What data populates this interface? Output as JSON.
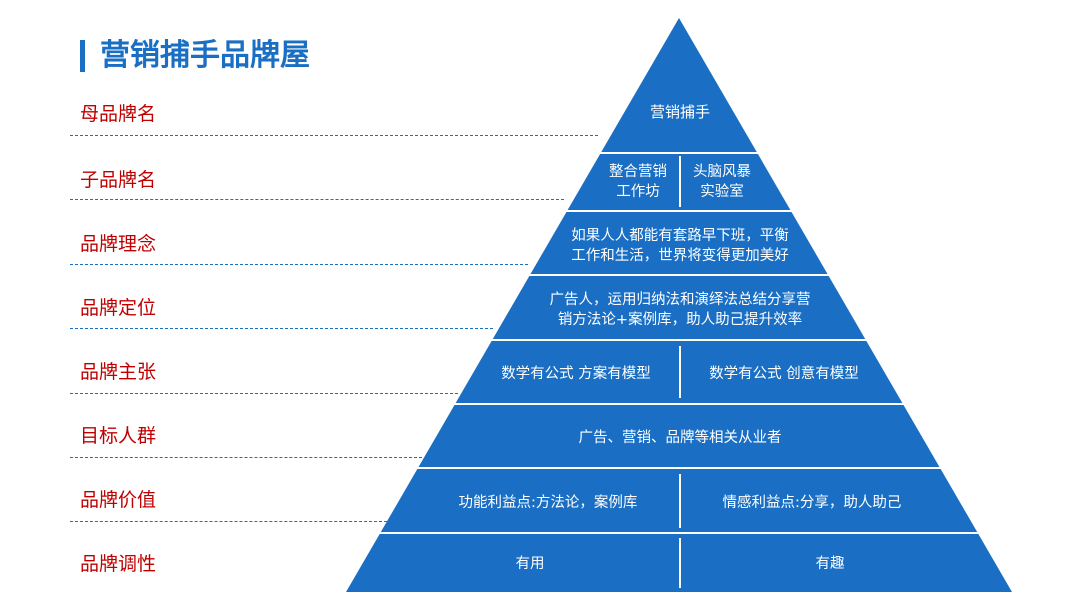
{
  "title": "营销捕手品牌屋",
  "colors": {
    "accent": "#1a6fc4",
    "label": "#c00000",
    "pyramid": "#1a6fc4",
    "pyramid_edge": "#0f5aa8"
  },
  "labels": [
    "母品牌名",
    "子品牌名",
    "品牌理念",
    "品牌定位",
    "品牌主张",
    "目标人群",
    "品牌价值",
    "品牌调性"
  ],
  "pyramid": {
    "tier1": "营销捕手",
    "tier2_left": [
      "整合营销",
      "工作坊"
    ],
    "tier2_right": [
      "头脑风暴",
      "实验室"
    ],
    "tier3": [
      "如果人人都能有套路早下班，平衡",
      "工作和生活，世界将变得更加美好"
    ],
    "tier4": [
      "广告人，运用归纳法和演绎法总结分享营",
      "销方法论+案例库，助人助己提升效率"
    ],
    "tier5_left": "数学有公式 方案有模型",
    "tier5_right": "数学有公式 创意有模型",
    "tier6": "广告、营销、品牌等相关从业者",
    "tier7_left": "功能利益点:方法论，案例库",
    "tier7_right": "情感利益点:分享，助人助己",
    "tier8_left": "有用",
    "tier8_right": "有趣"
  }
}
